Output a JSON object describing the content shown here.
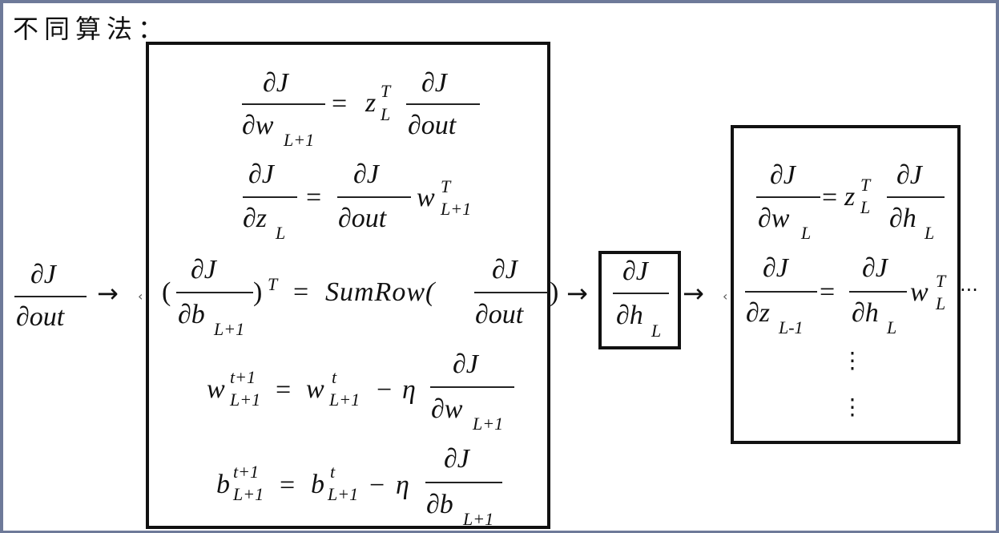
{
  "title": "不同算法：",
  "sym": {
    "partial_J": "∂J",
    "arrow": "→",
    "eq": "=",
    "minus": "−",
    "eta": "η",
    "lparen": "(",
    "rparen": ")",
    "vdots": "⋮",
    "hdots": "···",
    "sumrow": "SumRow("
  },
  "d": {
    "out": "∂out",
    "w": "∂w",
    "z": "∂z",
    "b": "∂b",
    "h": "∂h"
  },
  "v": {
    "z": "z",
    "w": "w",
    "b": "b"
  },
  "idx": {
    "Lp1": "L+1",
    "L": "L",
    "Lm1": "L-1",
    "T": "T",
    "t": "t",
    "tp1": "t+1"
  }
}
